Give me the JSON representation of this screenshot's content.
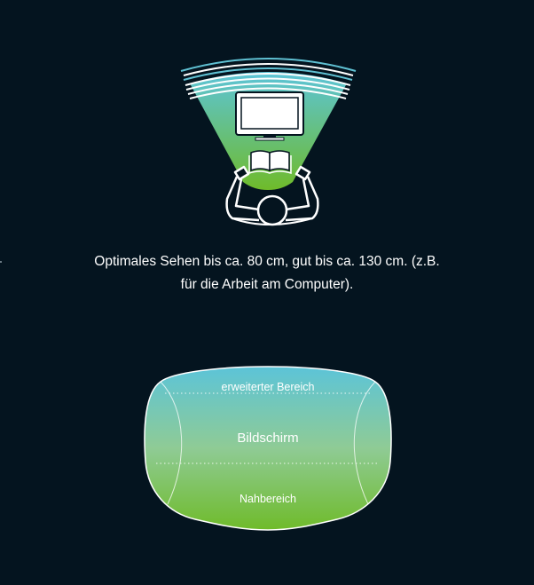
{
  "caption": {
    "line1": "Optimales Sehen bis ca. 80 cm, gut bis ca. 130 cm. (z.B.",
    "line2": "für die Arbeit am Computer)."
  },
  "lens": {
    "zones": {
      "top": "erweiterter Bereich",
      "middle": "Bildschirm",
      "bottom": "Nahbereich"
    }
  },
  "colors": {
    "background": "#04141f",
    "gradient_top": "#5cc4d8",
    "gradient_bottom": "#6fbb2a",
    "outline": "#ffffff"
  },
  "icons": [
    "monitor-icon",
    "open-book-icon",
    "person-topview-icon",
    "vision-cone-icon"
  ]
}
